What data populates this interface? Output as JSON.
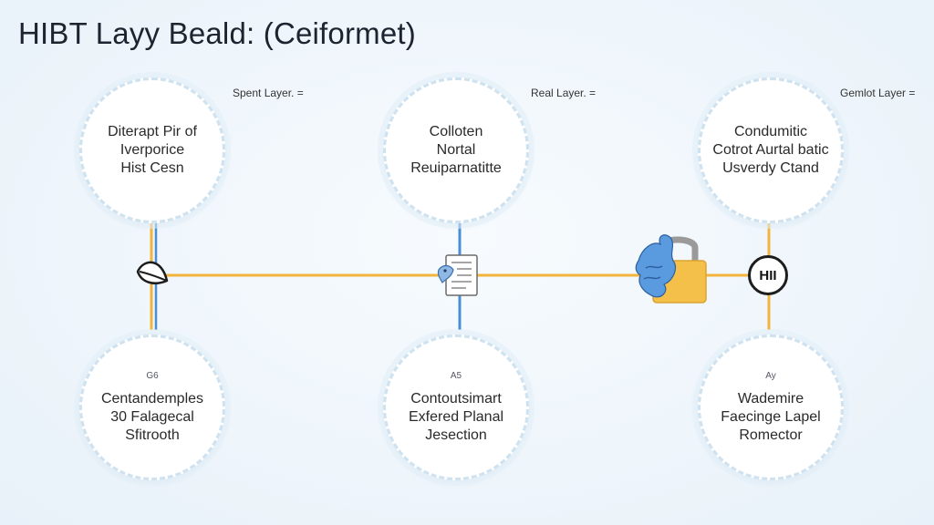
{
  "title": "HIBT Layy Beald: (Ceiformet)",
  "layers": [
    {
      "label": "Spent Layer. ="
    },
    {
      "label": "Real Layer. ="
    },
    {
      "label": "Gemlot Layer ="
    }
  ],
  "top_nodes": [
    {
      "lines": [
        "Diterapt Pir of",
        "Iverporice",
        "Hist Cesn"
      ]
    },
    {
      "lines": [
        "Colloten",
        "Nortal",
        "Reuiparnatitte"
      ]
    },
    {
      "lines": [
        "Condumitic",
        "Cotrot Aurtal batic",
        "Usverdy Ctand"
      ]
    }
  ],
  "bottom_nodes": [
    {
      "small": "G6",
      "lines": [
        "Centandemples",
        "30 Falagecal",
        "Sfitrooth"
      ]
    },
    {
      "small": "A5",
      "lines": [
        "Contoutsimart",
        "Exfered Planal",
        "Jesection"
      ]
    },
    {
      "small": "Ay",
      "lines": [
        "Wademire",
        "Faecinge Lapel",
        "Romector"
      ]
    }
  ],
  "hub_badge": "HII",
  "icons": [
    "leaf-icon",
    "document-icon",
    "padlock-icon",
    "hub-badge-icon"
  ],
  "colors": {
    "connector_orange": "#f2b43c",
    "connector_blue": "#4a8fd4",
    "lock_body": "#f5c04a",
    "dragon_blue": "#5a9be0"
  }
}
